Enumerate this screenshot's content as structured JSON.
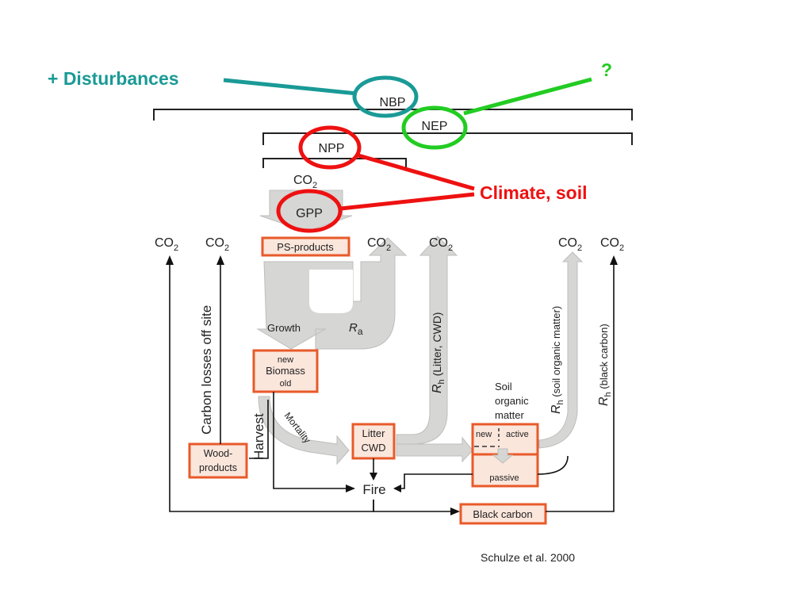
{
  "annotations": {
    "disturbances": "+ Disturbances",
    "question": "?",
    "climate_soil": "Climate, soil",
    "citation": "Schulze et al. 2000"
  },
  "flux_terms": {
    "nbp": "NBP",
    "nep": "NEP",
    "npp": "NPP",
    "gpp": "GPP"
  },
  "co2": {
    "base": "CO",
    "sub": "2"
  },
  "boxes": {
    "ps_products": "PS-products",
    "biomass_new": "new",
    "biomass": "Biomass",
    "biomass_old": "old",
    "wood_line1": "Wood-",
    "wood_line2": "products",
    "litter": "Litter",
    "cwd": "CWD",
    "som_new": "new",
    "som_active": "active",
    "som_passive": "passive",
    "black_carbon": "Black carbon"
  },
  "labels": {
    "growth": "Growth",
    "ra_base": "R",
    "ra_sub": "a",
    "rh_base": "R",
    "rh_sub": "h",
    "rh_litter": " (Litter, CWD)",
    "rh_som": " (soil organic matter)",
    "rh_black": " (black carbon)",
    "carbon_losses": "Carbon losses off site",
    "harvest": "Harvest",
    "mortality": "Mortality",
    "som_line1": "Soil",
    "som_line2": "organic",
    "som_line3": "matter",
    "fire": "Fire"
  },
  "colors": {
    "teal": "#1a9a96",
    "green": "#22cc22",
    "red": "#ee1111",
    "box_border": "#e85a2a",
    "box_fill": "#fbe6dc",
    "flow_gray": "#d6d6d4"
  }
}
